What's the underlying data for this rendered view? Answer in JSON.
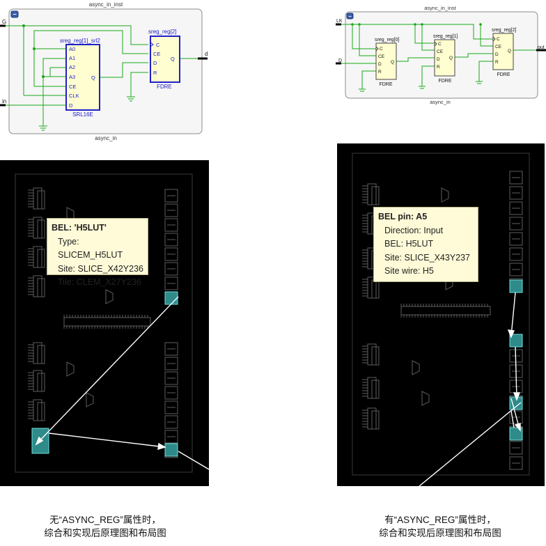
{
  "schem1": {
    "inst_title": "async_in_inst",
    "footer": "async_in",
    "port_g": "G",
    "port_in": "in",
    "port_out": "d",
    "srl": {
      "name": "sreg_reg[1]_srl2",
      "type": "SRL16E",
      "pins": [
        "A0",
        "A1",
        "A2",
        "A3",
        "CE",
        "CLK",
        "D"
      ],
      "out_pin": "Q"
    },
    "ff": {
      "name": "sreg_reg[2]",
      "type": "FDRE",
      "pins": [
        "C",
        "CE",
        "D",
        "R"
      ],
      "out_pin": "Q"
    },
    "collapse_symbol": "−"
  },
  "schem2": {
    "inst_title": "async_in_inst",
    "footer": "async_in",
    "port_clk": "LK",
    "port_d": "D",
    "port_out": "out",
    "ffs": [
      {
        "name": "sreg_reg[0]",
        "type": "FDRE",
        "pins": [
          "C",
          "CE",
          "D",
          "R"
        ],
        "out_pin": "Q"
      },
      {
        "name": "sreg_reg[1]",
        "type": "FDRE",
        "pins": [
          "C",
          "CE",
          "D",
          "R"
        ],
        "out_pin": "Q"
      },
      {
        "name": "sreg_reg[2]",
        "type": "FDRE",
        "pins": [
          "C",
          "CE",
          "D",
          "R"
        ],
        "out_pin": "Q"
      }
    ],
    "collapse_symbol": "−"
  },
  "tooltip1": {
    "title": "BEL: 'H5LUT'",
    "lines": [
      "Type: SLICEM_H5LUT",
      "Site: SLICE_X42Y236",
      "Tile: CLEM_X27Y236"
    ]
  },
  "tooltip2": {
    "title": "BEL pin: A5",
    "lines": [
      "Direction: Input",
      "BEL: H5LUT",
      "Site: SLICE_X43Y237",
      "Site wire: H5"
    ]
  },
  "caption_left": {
    "line1": "无“ASYNC_REG”属性时，",
    "line2": "综合和实现后原理图和布局图"
  },
  "caption_right": {
    "line1": "有“ASYNC_REG”属性时，",
    "line2": "综合和实现后原理图和布局图"
  },
  "colors": {
    "block": "#2020c8",
    "block_fill": "#fffed0",
    "wire": "#18a818",
    "frame": "#8c8c8c",
    "frame_fill": "#f6f6f6",
    "device_bg": "#000000",
    "highlight": "#2f8a8a",
    "route": "#ffffff"
  }
}
